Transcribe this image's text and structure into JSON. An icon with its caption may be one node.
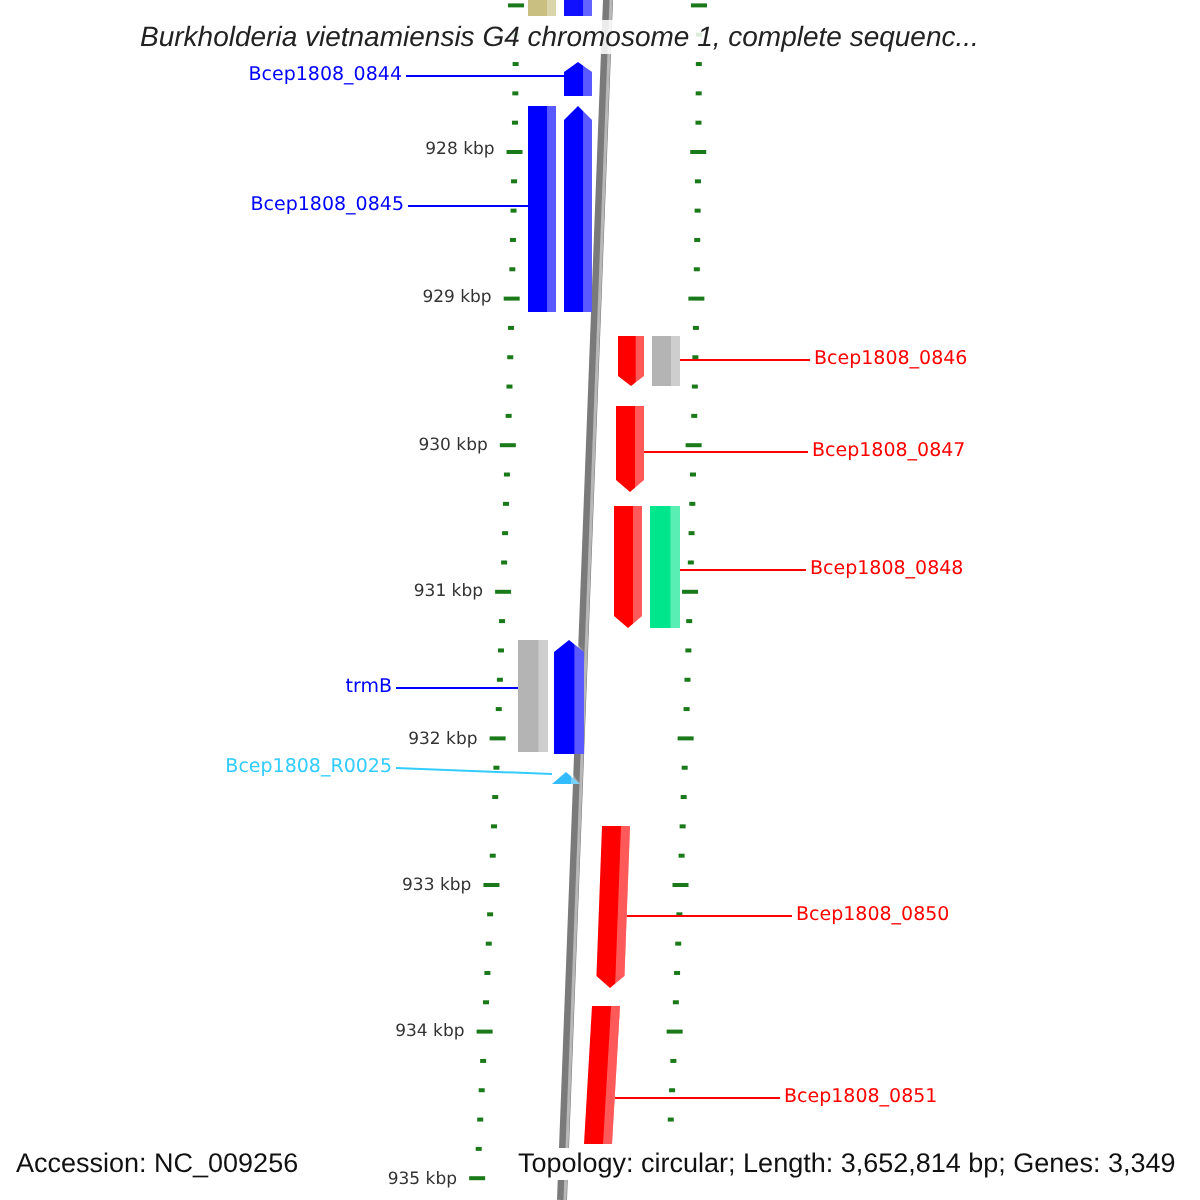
{
  "diagram": {
    "title": "Burkholderia vietnamiensis G4 chromosome 1, complete sequenc...",
    "nodes": [
      {
        "text": [
          "Bcep1808_0844"
        ]
      },
      {
        "text": [],
        "shape": "pentagon"
      },
      {
        "text": [
          "Bcep1808_0845"
        ]
      },
      {
        "text": [],
        "shape": "bar"
      },
      {
        "text": [
          "Bcep1808_0846"
        ]
      },
      {
        "text": [],
        "shape": "bar"
      },
      {
        "text": [
          "Bcep1808_0847"
        ]
      },
      {
        "text": [],
        "shape": "pentagon"
      },
      {
        "text": [
          "Bcep1808_0848"
        ]
      },
      {
        "text": [],
        "shape": "bar"
      },
      {
        "text": [
          "trmB"
        ]
      },
      {
        "text": [],
        "shape": "bar"
      },
      {
        "text": [
          "Bcep1808_R0025"
        ]
      },
      {
        "text": [],
        "shape": "triangle"
      },
      {
        "text": [
          "Bcep1808_0850"
        ]
      },
      {
        "text": [],
        "shape": "pentagon"
      },
      {
        "text": [
          "Bcep1808_0851"
        ]
      },
      {
        "text": [],
        "shape": "bar"
      }
    ],
    "edges": [
      {
        "from": 0,
        "to": 1,
        "arrow": "none",
        "color": "#0000ff"
      },
      {
        "from": 2,
        "to": 3,
        "arrow": "none",
        "color": "#0000ff"
      },
      {
        "from": 4,
        "to": 5,
        "arrow": "none"
      },
      {
        "from": 6,
        "to": 7,
        "arrow": "none"
      },
      {
        "from": 8,
        "to": 9,
        "arrow": "none"
      },
      {
        "from": 10,
        "to": 11,
        "arrow": "none",
        "color": "#0000ff"
      },
      {
        "from": 12,
        "to": 13,
        "arrow": "none",
        "color": "#33ccff"
      },
      {
        "from": 14,
        "to": 15,
        "arrow": "none"
      },
      {
        "from": 16,
        "to": 17,
        "arrow": "none"
      }
    ],
    "labels": [
      "928 kbp",
      "929 kbp",
      "930 kbp",
      "931 kbp",
      "932 kbp",
      "933 kbp",
      "934 kbp",
      "935 kbp",
      "Accession: NC_009256",
      "Topology: circular; Length: 3,652,814 bp; Genes: 3,349"
    ]
  }
}
